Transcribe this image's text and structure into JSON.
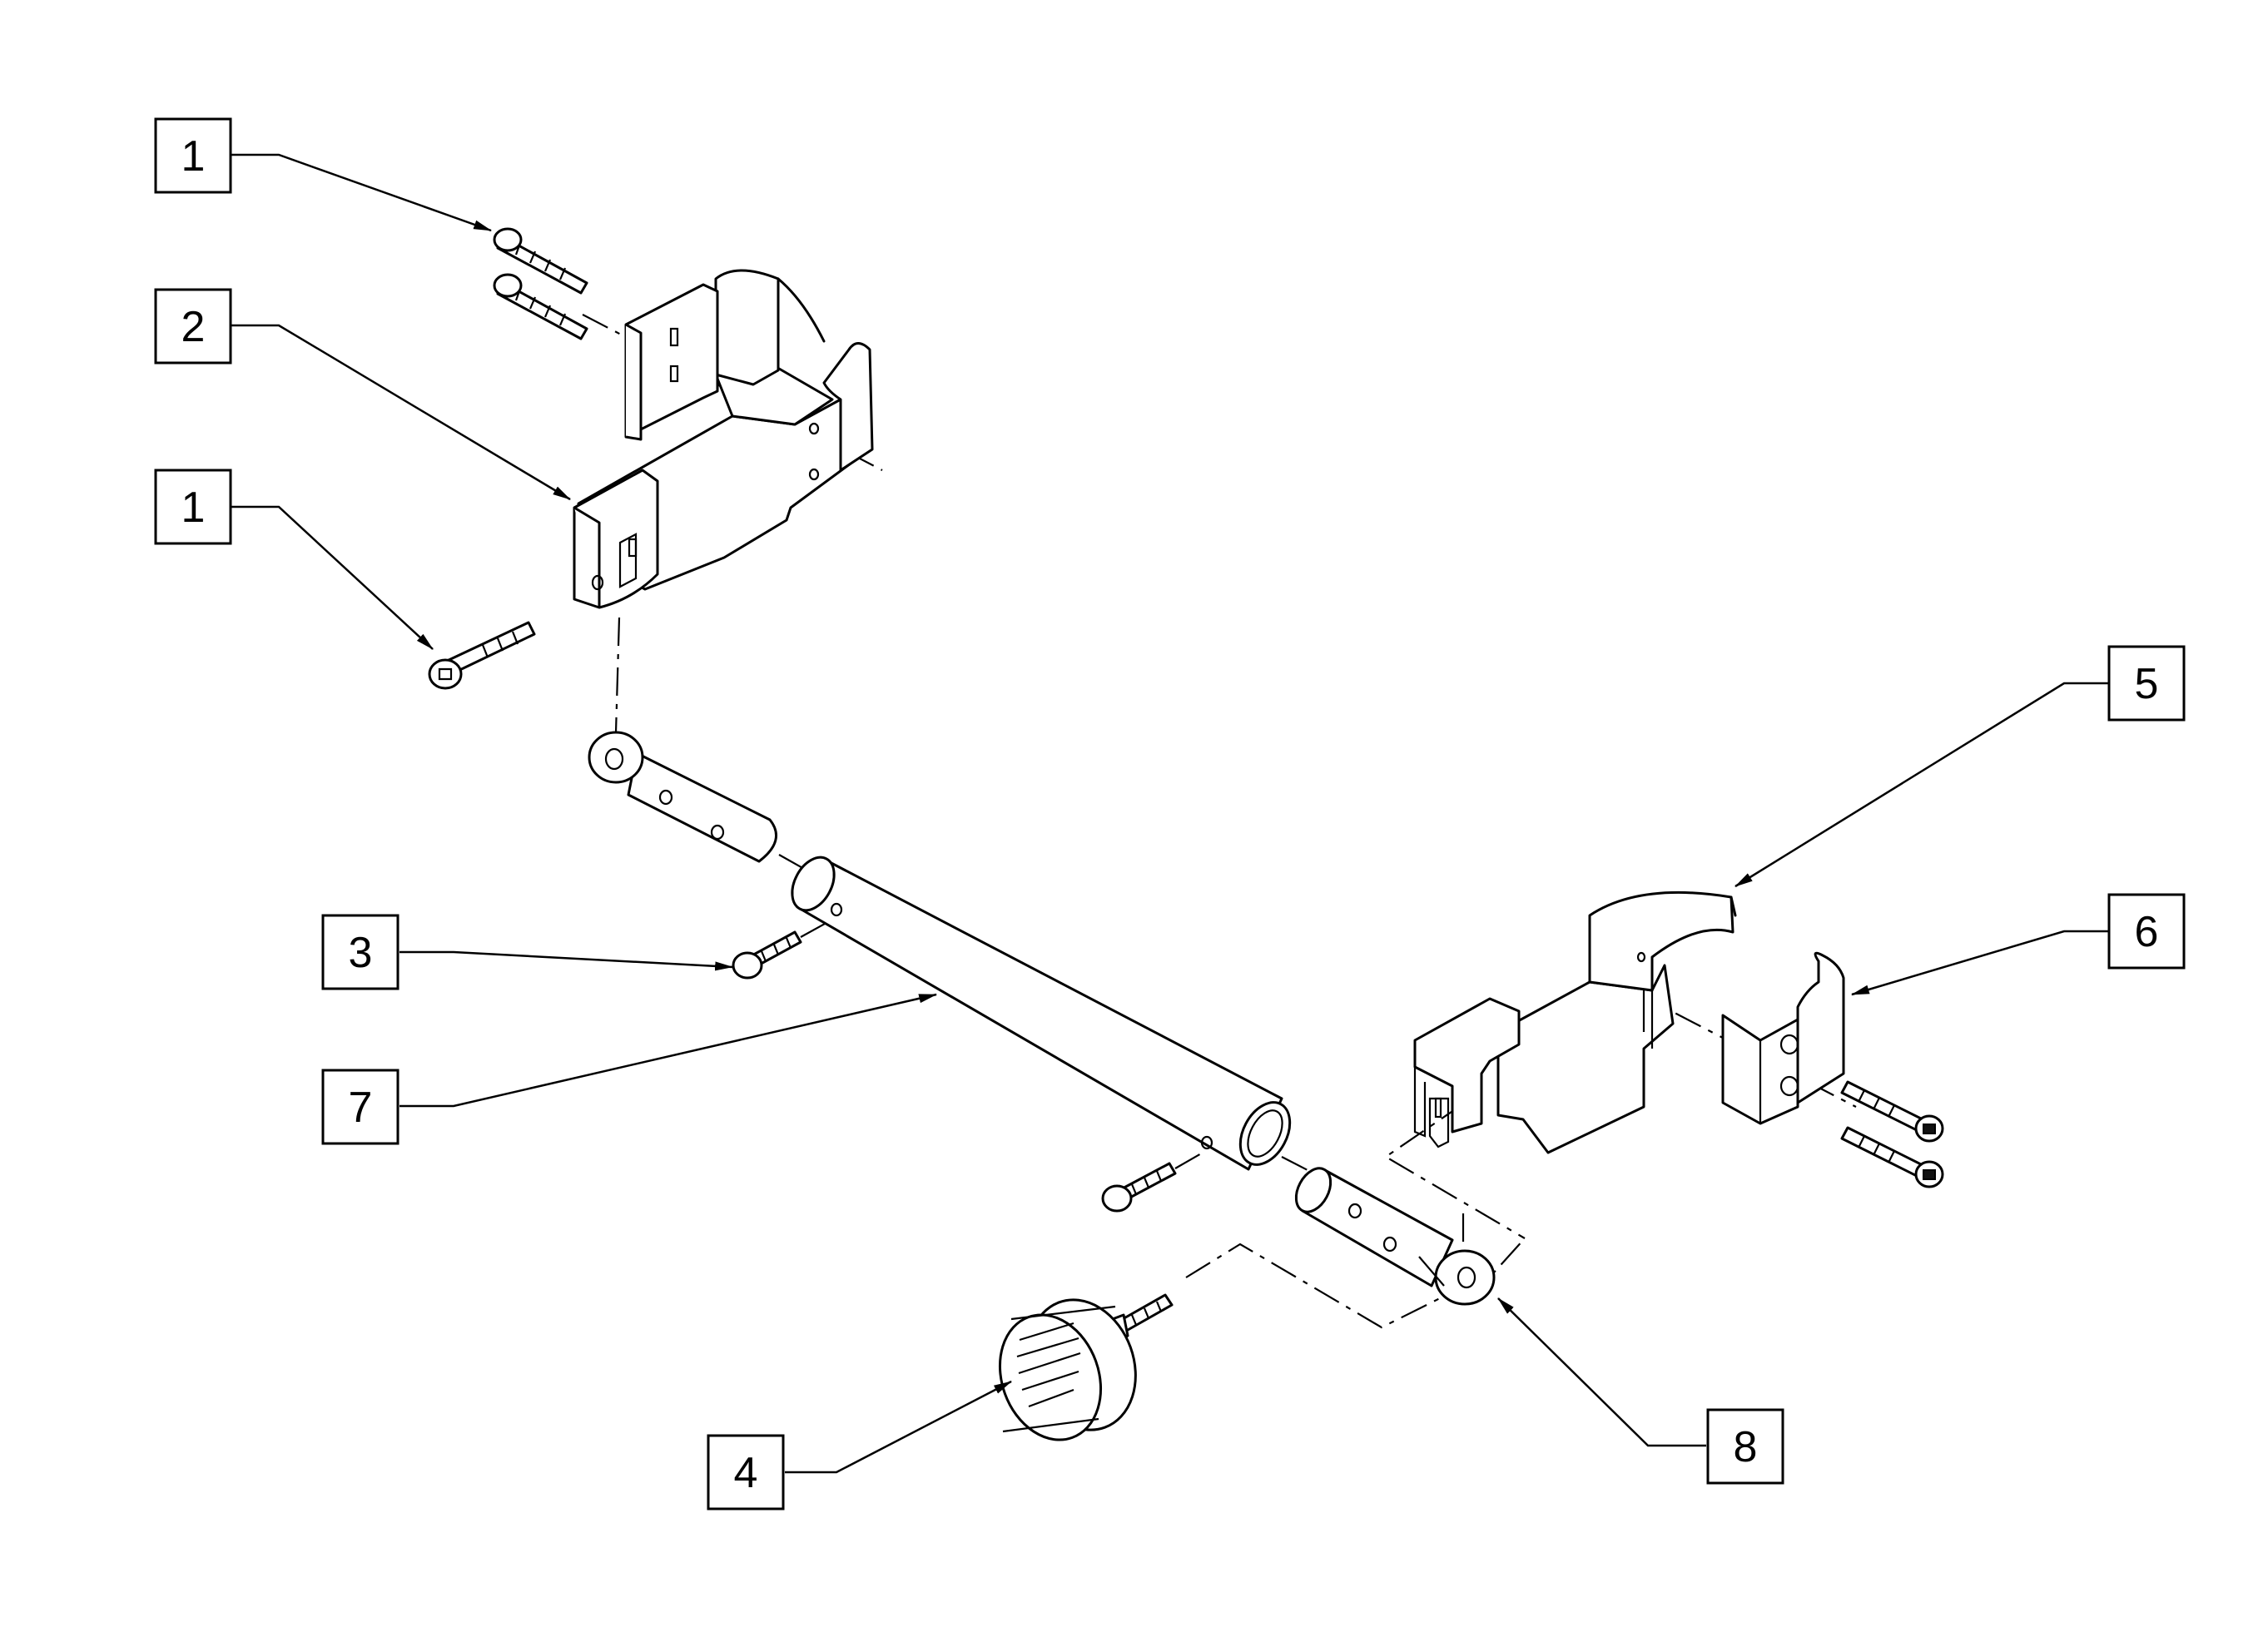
{
  "callouts": [
    {
      "id": "c1a",
      "label": "1"
    },
    {
      "id": "c2",
      "label": "2"
    },
    {
      "id": "c1b",
      "label": "1"
    },
    {
      "id": "c5",
      "label": "5"
    },
    {
      "id": "c6",
      "label": "6"
    },
    {
      "id": "c3",
      "label": "3"
    },
    {
      "id": "c7",
      "label": "7"
    },
    {
      "id": "c4",
      "label": "4"
    },
    {
      "id": "c8",
      "label": "8"
    }
  ],
  "colors": {
    "line": "#000000",
    "background": "#ffffff"
  }
}
